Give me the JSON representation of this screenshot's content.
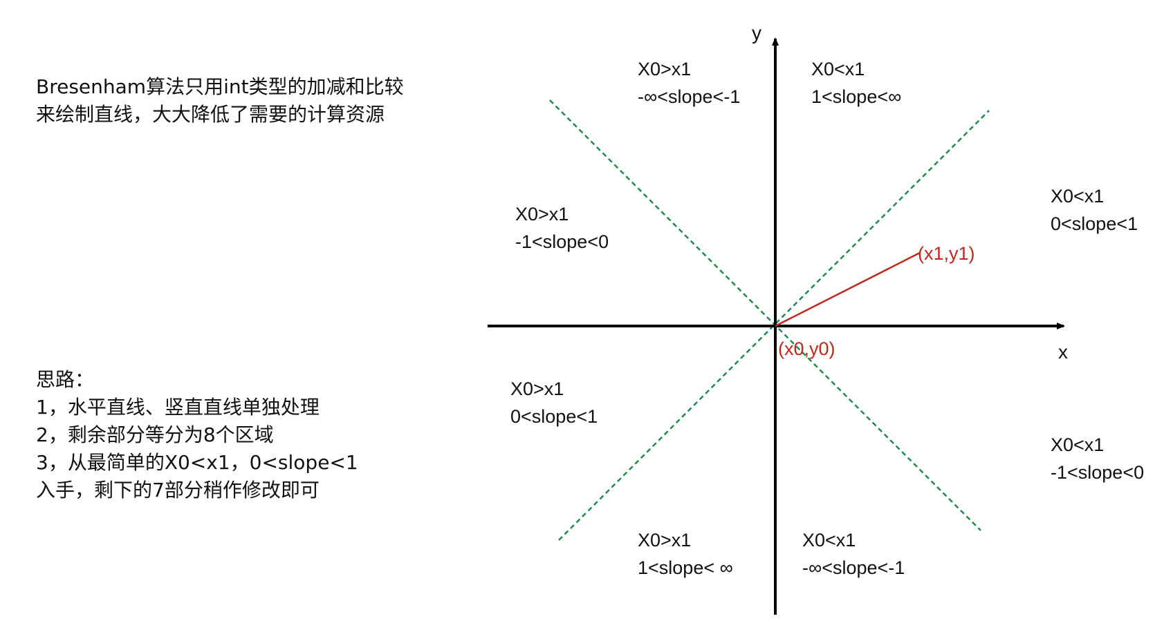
{
  "intro": {
    "lines": [
      "Bresenham算法只用int类型的加减和比较",
      "来绘制直线，大大降低了需要的计算资源"
    ]
  },
  "approach": {
    "lines": [
      "思路：",
      "1，水平直线、竖直直线单独处理",
      "2，剩余部分等分为8个区域",
      "3，从最简单的X0<x1，0<slope<1",
      "入手，剩下的7部分稍作修改即可"
    ]
  },
  "axes": {
    "x_label": "x",
    "y_label": "y"
  },
  "points": {
    "start": "(x0,y0)",
    "end": "(x1,y1)"
  },
  "regions": {
    "upper_left_steep": {
      "cond": "X0>x1",
      "slope": "-∞<slope<-1"
    },
    "upper_right_steep": {
      "cond": "X0<x1",
      "slope": "1<slope<∞"
    },
    "left_upper_shallow": {
      "cond": "X0>x1",
      "slope": "-1<slope<0"
    },
    "right_upper_shallow": {
      "cond": "X0<x1",
      "slope": "0<slope<1"
    },
    "left_lower_shallow": {
      "cond": "X0>x1",
      "slope": "0<slope<1"
    },
    "right_lower_shallow": {
      "cond": "X0<x1",
      "slope": "-1<slope<0"
    },
    "lower_left_steep": {
      "cond": "X0>x1",
      "slope": "1<slope< ∞"
    },
    "lower_right_steep": {
      "cond": "X0<x1",
      "slope": "-∞<slope<-1"
    }
  },
  "colors": {
    "axis": "#000000",
    "diagonal": "#1f8a4c",
    "segment": "#c0281c"
  }
}
